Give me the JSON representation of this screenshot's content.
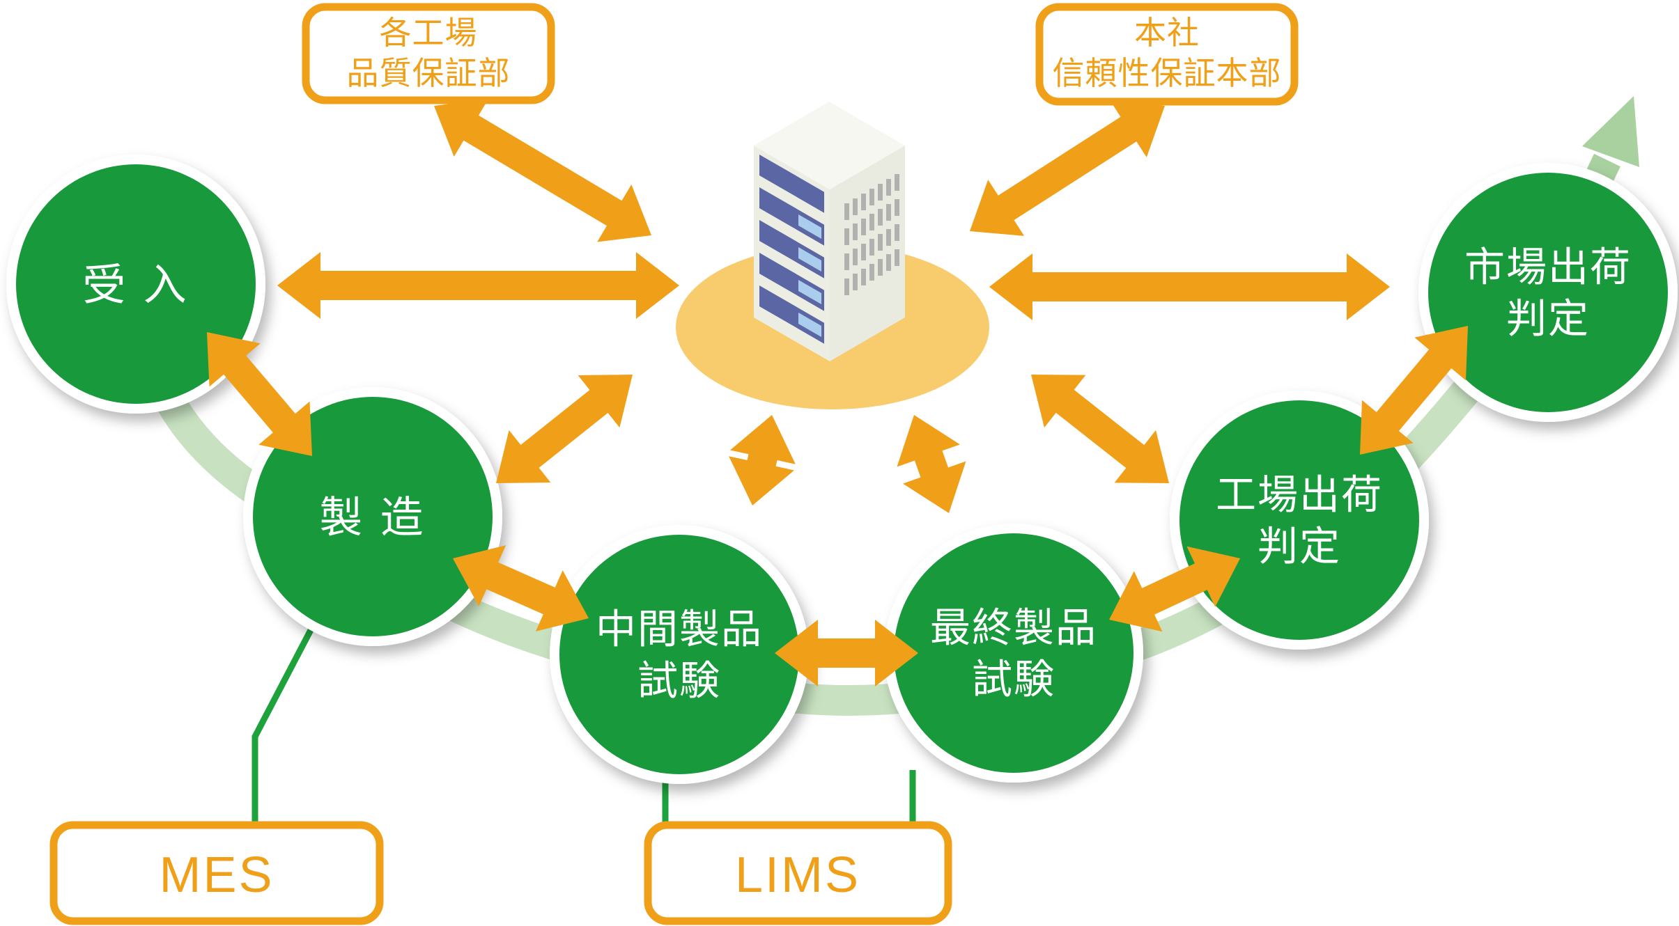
{
  "colors": {
    "node_green": "#189A3C",
    "accent_orange": "#F0A018",
    "flow_band_green": "#C8E2C1",
    "flow_arrow_green": "#A8D19F",
    "connector_green": "#1DA23C",
    "platform_yellow": "#F8CB6D",
    "server_body": "#F6F7F1",
    "server_left_face": "#EDEEE3",
    "server_right_face": "#E9EBE0",
    "server_slot_blue": "#5B67A4",
    "server_slot_light_blue": "#AACDEE",
    "server_vent_gray": "#B1B1AF"
  },
  "departments": {
    "factory_qa": {
      "line1": "各工場",
      "line2": "品質保証部"
    },
    "hq_reliability": {
      "line1": "本社",
      "line2": "信頼性保証本部"
    }
  },
  "systems": {
    "mes": {
      "label": "MES"
    },
    "lims": {
      "label": "LIMS"
    }
  },
  "process_nodes": {
    "receiving": {
      "label": "受 入"
    },
    "manufacturing": {
      "label": "製 造"
    },
    "intermediate_product_test": {
      "line1": "中間製品",
      "line2": "試験"
    },
    "final_product_test": {
      "line1": "最終製品",
      "line2": "試験"
    },
    "factory_shipment_judgment": {
      "line1": "工場出荷",
      "line2": "判定"
    },
    "market_shipment_judgment": {
      "line1": "市場出荷",
      "line2": "判定"
    }
  },
  "hub": {
    "icon": "isometric-server-tower-icon"
  },
  "process_flow_order": [
    "receiving",
    "manufacturing",
    "intermediate_product_test",
    "final_product_test",
    "factory_shipment_judgment",
    "market_shipment_judgment"
  ],
  "connections": [
    {
      "from": "factory_qa",
      "to": "hub",
      "bidirectional": true
    },
    {
      "from": "hq_reliability",
      "to": "hub",
      "bidirectional": true
    },
    {
      "from": "receiving",
      "to": "hub",
      "bidirectional": true
    },
    {
      "from": "market_shipment_judgment",
      "to": "hub",
      "bidirectional": true
    },
    {
      "from": "manufacturing",
      "to": "hub",
      "bidirectional": true
    },
    {
      "from": "intermediate_product_test",
      "to": "hub",
      "bidirectional": true
    },
    {
      "from": "final_product_test",
      "to": "hub",
      "bidirectional": true
    },
    {
      "from": "factory_shipment_judgment",
      "to": "hub",
      "bidirectional": true
    },
    {
      "from": "receiving",
      "to": "manufacturing",
      "bidirectional": true
    },
    {
      "from": "manufacturing",
      "to": "intermediate_product_test",
      "bidirectional": true
    },
    {
      "from": "intermediate_product_test",
      "to": "final_product_test",
      "bidirectional": true
    },
    {
      "from": "final_product_test",
      "to": "factory_shipment_judgment",
      "bidirectional": true
    },
    {
      "from": "factory_shipment_judgment",
      "to": "market_shipment_judgment",
      "bidirectional": true
    },
    {
      "from": "manufacturing",
      "to": "mes",
      "bidirectional": false
    },
    {
      "from": "intermediate_product_test",
      "to": "lims",
      "bidirectional": false
    },
    {
      "from": "final_product_test",
      "to": "lims",
      "bidirectional": false
    }
  ]
}
